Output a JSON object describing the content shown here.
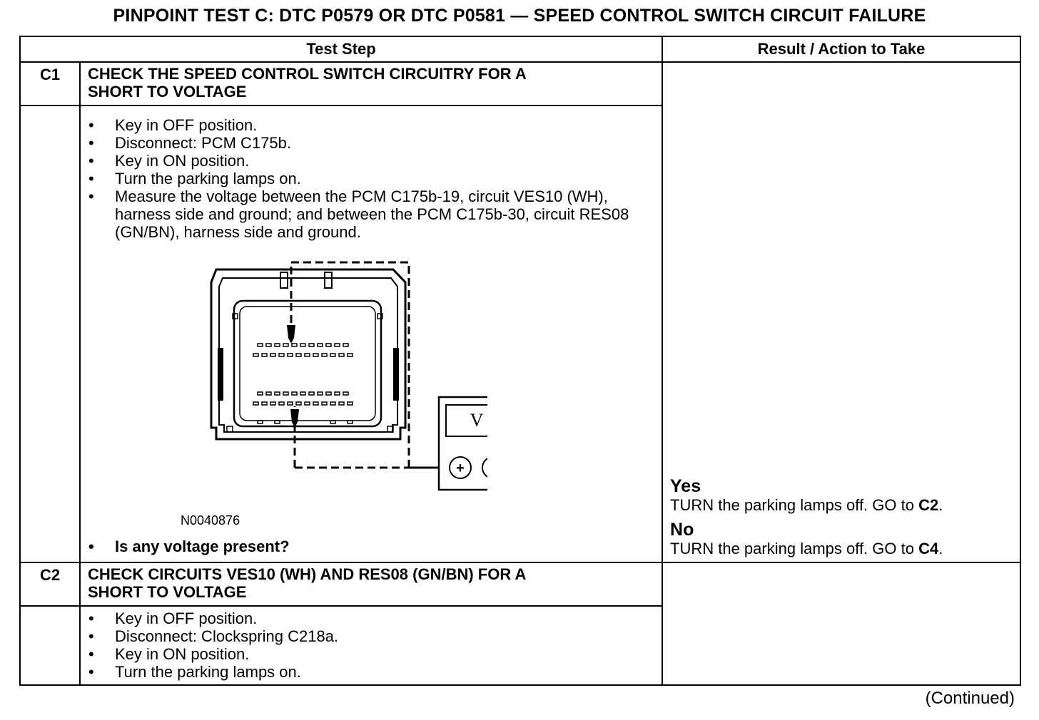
{
  "title": "PINPOINT TEST C: DTC P0579 OR DTC P0581 — SPEED CONTROL SWITCH CIRCUIT FAILURE",
  "table": {
    "col_test_step": "Test Step",
    "col_result": "Result / Action to Take"
  },
  "c1": {
    "id": "C1",
    "heading_line1": "CHECK THE SPEED CONTROL SWITCH CIRCUITRY FOR A",
    "heading_line2": "SHORT TO VOLTAGE",
    "steps": [
      "Key in OFF position.",
      "Disconnect: PCM C175b.",
      "Key in ON position.",
      "Turn the parking lamps on.",
      "Measure the voltage between the PCM C175b-19, circuit VES10 (WH), harness side and ground; and between the PCM C175b-30, circuit RES08 (GN/BN), harness side and ground."
    ],
    "figure": {
      "id": "N0040876",
      "meter_symbol": "V",
      "plus": "+",
      "minus": "−"
    },
    "question": "Is any voltage present?",
    "yes_label": "Yes",
    "yes_action_pre": "TURN the parking lamps off. GO to ",
    "yes_target": "C2",
    "no_label": "No",
    "no_action_pre": "TURN the parking lamps off. GO to ",
    "no_target": "C4",
    "period": "."
  },
  "c2": {
    "id": "C2",
    "heading_line1": "CHECK CIRCUITS VES10 (WH) AND RES08 (GN/BN) FOR A",
    "heading_line2": "SHORT TO VOLTAGE",
    "steps": [
      "Key in OFF position.",
      "Disconnect: Clockspring C218a.",
      "Key in ON position.",
      "Turn the parking lamps on."
    ]
  },
  "continued": "(Continued)"
}
